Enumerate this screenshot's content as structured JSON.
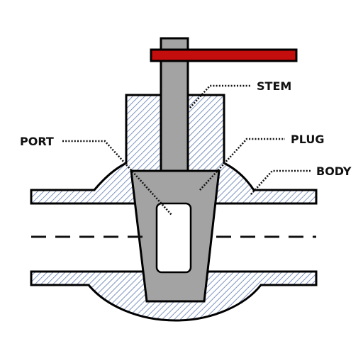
{
  "labels": {
    "stem": "STEM",
    "plug": "PLUG",
    "port": "PORT",
    "body": "BODY"
  },
  "colors": {
    "outline": "#000000",
    "hatch": "#5b78b0",
    "hatch_background": "#ffffff",
    "metal": "#a3a3a3",
    "handle": "#c40d0d",
    "port_opening": "#ffffff",
    "centerline": "#111111",
    "text": "#111111"
  }
}
